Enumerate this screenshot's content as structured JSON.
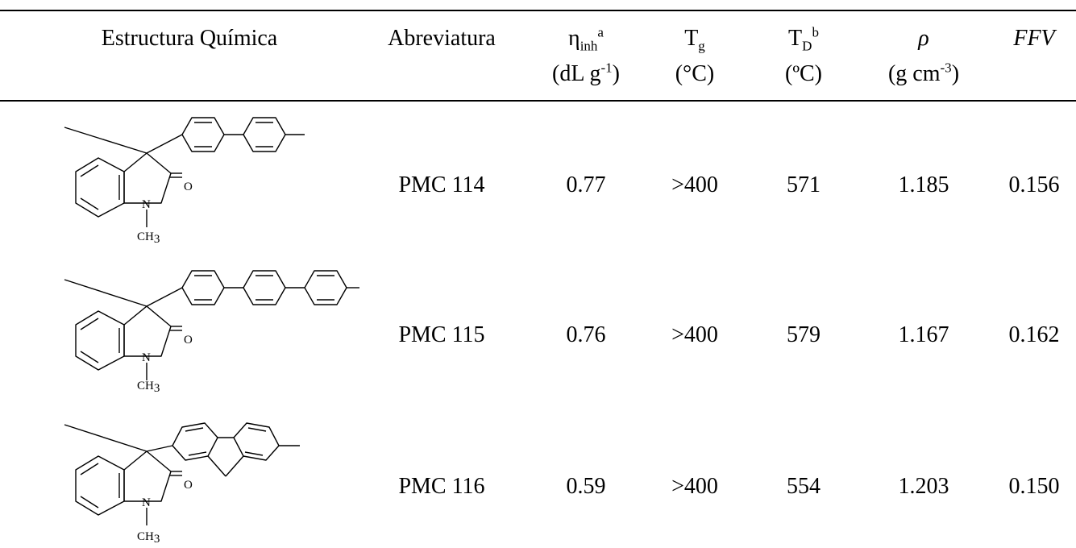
{
  "table": {
    "headers": {
      "structure": "Estructura Química",
      "abbreviation": "Abreviatura",
      "eta_symbol": "η",
      "eta_sub": "inh",
      "eta_sup": "a",
      "eta_unit_base": "(dL g",
      "eta_unit_sup": "-1",
      "eta_unit_end": ")",
      "tg_symbol": "T",
      "tg_sub": "g",
      "tg_unit": "(°C)",
      "td_symbol": "T",
      "td_sub": "D",
      "td_sup": "b",
      "td_unit": "(ºC)",
      "rho_symbol": "ρ",
      "rho_unit_base": "(g cm",
      "rho_unit_sup": "-3",
      "rho_unit_end": ")",
      "ffv": "FFV"
    },
    "rows": [
      {
        "abbr": "PMC 114",
        "eta": "0.77",
        "tg": ">400",
        "td": "571",
        "rho": "1.185",
        "ffv": "0.156",
        "n_label": "N",
        "o_label": "O",
        "ch3": "CH",
        "ch3_sub": "3"
      },
      {
        "abbr": "PMC 115",
        "eta": "0.76",
        "tg": ">400",
        "td": "579",
        "rho": "1.167",
        "ffv": "0.162",
        "n_label": "N",
        "o_label": "O",
        "ch3": "CH",
        "ch3_sub": "3"
      },
      {
        "abbr": "PMC 116",
        "eta": "0.59",
        "tg": ">400",
        "td": "554",
        "rho": "1.203",
        "ffv": "0.150",
        "n_label": "N",
        "o_label": "O",
        "ch3": "CH",
        "ch3_sub": "3"
      }
    ]
  }
}
